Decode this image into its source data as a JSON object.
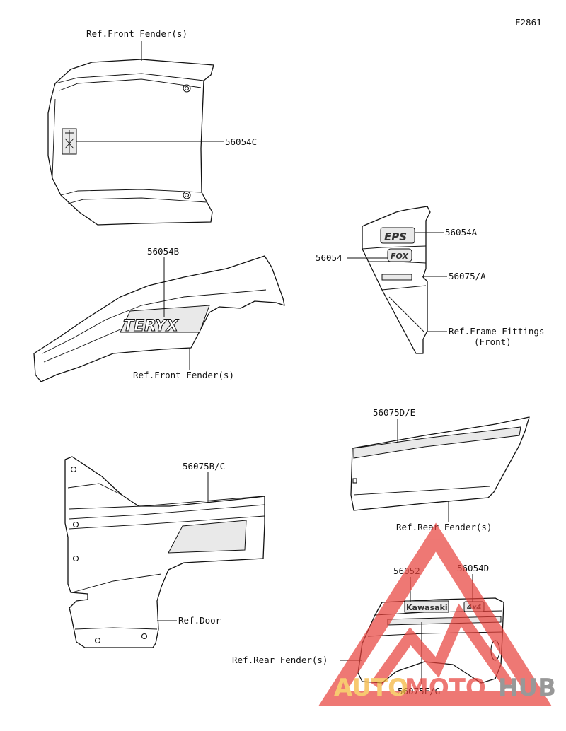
{
  "figure_code": "F2861",
  "callouts": {
    "front_fender_top": "Ref.Front Fender(s)",
    "p56054C": "56054C",
    "p56054A": "56054A",
    "p56054": "56054",
    "p56075A": "56075/A",
    "frame_fittings_1": "Ref.Frame Fittings",
    "frame_fittings_2": "(Front)",
    "p56054B": "56054B",
    "front_fender_bottom": "Ref.Front Fender(s)",
    "p56075DE": "56075D/E",
    "rear_fender_1": "Ref.Rear Fender(s)",
    "p56075BC": "56075B/C",
    "door": "Ref.Door",
    "p56052": "56052",
    "p56054D": "56054D",
    "rear_fender_2": "Ref.Rear Fender(s)",
    "p56075FG": "56075F/G"
  },
  "decal_text": {
    "eps": "EPS",
    "fox": "FOX",
    "teryx": "TERYX",
    "kawasaki": "Kawasaki",
    "four_wd": "4x4"
  },
  "watermark": {
    "part1": "AUTO",
    "part2": "MOTO",
    "part3": "HUB",
    "color_orange": "#f5b335",
    "color_red": "#e8403a",
    "color_gray": "#6d6d6d"
  }
}
